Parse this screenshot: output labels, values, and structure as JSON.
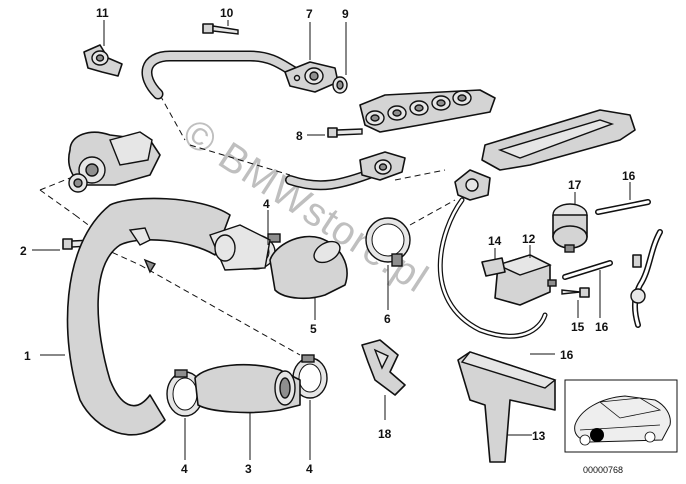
{
  "callouts": [
    {
      "number": "1"
    },
    {
      "number": "2"
    },
    {
      "number": "3"
    },
    {
      "number": "4"
    },
    {
      "number": "4"
    },
    {
      "number": "4"
    },
    {
      "number": "5"
    },
    {
      "number": "6"
    },
    {
      "number": "7"
    },
    {
      "number": "8"
    },
    {
      "number": "9"
    },
    {
      "number": "10"
    },
    {
      "number": "11"
    },
    {
      "number": "12"
    },
    {
      "number": "13"
    },
    {
      "number": "14"
    },
    {
      "number": "15"
    },
    {
      "number": "16"
    },
    {
      "number": "16"
    },
    {
      "number": "16"
    },
    {
      "number": "17"
    },
    {
      "number": "18"
    }
  ],
  "watermark": "© BMWstore.pl",
  "diagram_id": "00000768"
}
